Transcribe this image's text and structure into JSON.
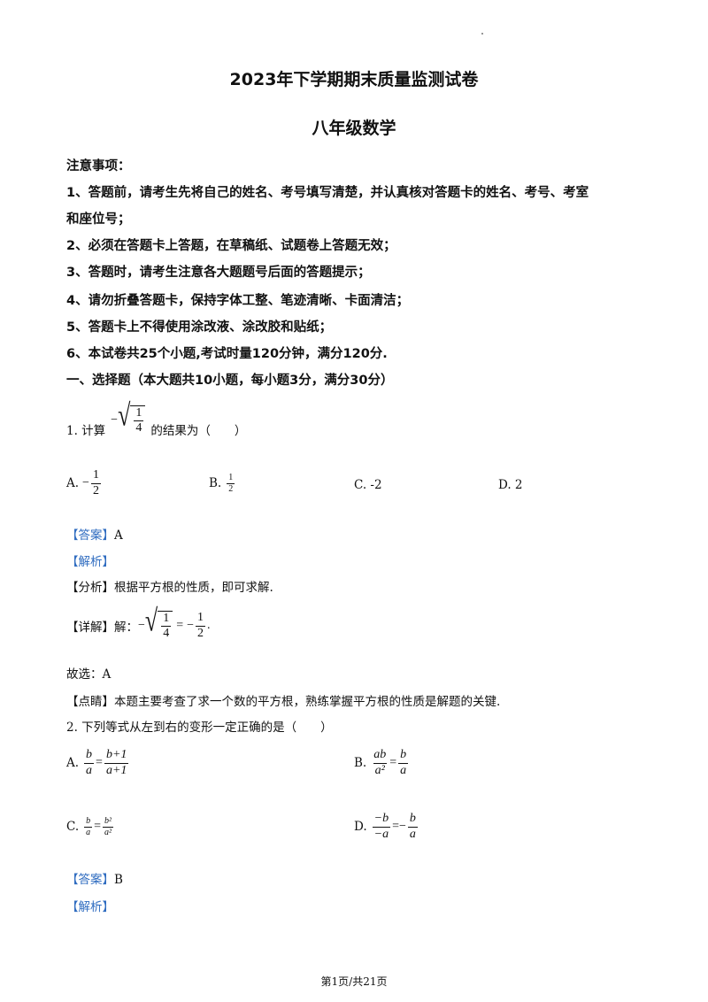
{
  "header": {
    "title": "2023年下学期期末质量监测试卷",
    "subtitle": "八年级数学"
  },
  "notice": {
    "heading": "注意事项：",
    "items": [
      "1、答题前，请考生先将自己的姓名、考号填写清楚，并认真核对答题卡的姓名、考号、考室",
      "和座位号；",
      "2、必须在答题卡上答题，在草稿纸、试题卷上答题无效；",
      "3、答题时，请考生注意各大题题号后面的答题提示；",
      "4、请勿折叠答题卡，保持字体工整、笔迹清晰、卡面清洁；",
      "5、答题卡上不得使用涂改液、涂改胶和贴纸；",
      "6、本试卷共25个小题,考试时量120分钟，满分120分."
    ]
  },
  "section1": {
    "heading": "一、选择题（本大题共10小题，每小题3分，满分30分）"
  },
  "q1": {
    "prefix": "1. 计算",
    "suffix": "的结果为（　　）",
    "minus": "−",
    "frac_num": "1",
    "frac_den": "4",
    "options": {
      "a_label": "A.",
      "a_sign": "−",
      "a_num": "1",
      "a_den": "2",
      "b_label": "B.",
      "b_num": "1",
      "b_den": "2",
      "c_label": "C. -2",
      "d_label": "D. 2"
    },
    "answer_tag": "【答案】",
    "answer": "A",
    "analysis_tag": "【解析】",
    "fenxi_tag": "【分析】",
    "fenxi": "根据平方根的性质，即可求解.",
    "detail_tag": "【详解】",
    "detail_prefix": "解：",
    "detail_lhs_num": "1",
    "detail_lhs_den": "4",
    "detail_eq": "=",
    "detail_rhs_num": "1",
    "detail_rhs_den": "2",
    "choose": "故选：A",
    "dianjing_tag": "【点睛】",
    "dianjing": "本题主要考查了求一个数的平方根，熟练掌握平方根的性质是解题的关键."
  },
  "q2": {
    "stem": "2. 下列等式从左到右的变形一定正确的是（　　）",
    "a_label": "A.",
    "a_l_num": "b",
    "a_l_den": "a",
    "a_r_num": "b+1",
    "a_r_den": "a+1",
    "b_label": "B.",
    "b_l_num": "ab",
    "b_l_den": "a²",
    "b_r_num": "b",
    "b_r_den": "a",
    "c_label": "C.",
    "c_l_num": "b",
    "c_l_den": "a",
    "c_r_num": "b²",
    "c_r_den": "a²",
    "d_label": "D.",
    "d_l_num": "−b",
    "d_l_den": "−a",
    "d_r_num": "b",
    "d_r_den": "a",
    "eq": "=",
    "neg": "−",
    "answer_tag": "【答案】",
    "answer": "B",
    "analysis_tag": "【解析】"
  },
  "footer": {
    "page": "第1页/共21页"
  }
}
